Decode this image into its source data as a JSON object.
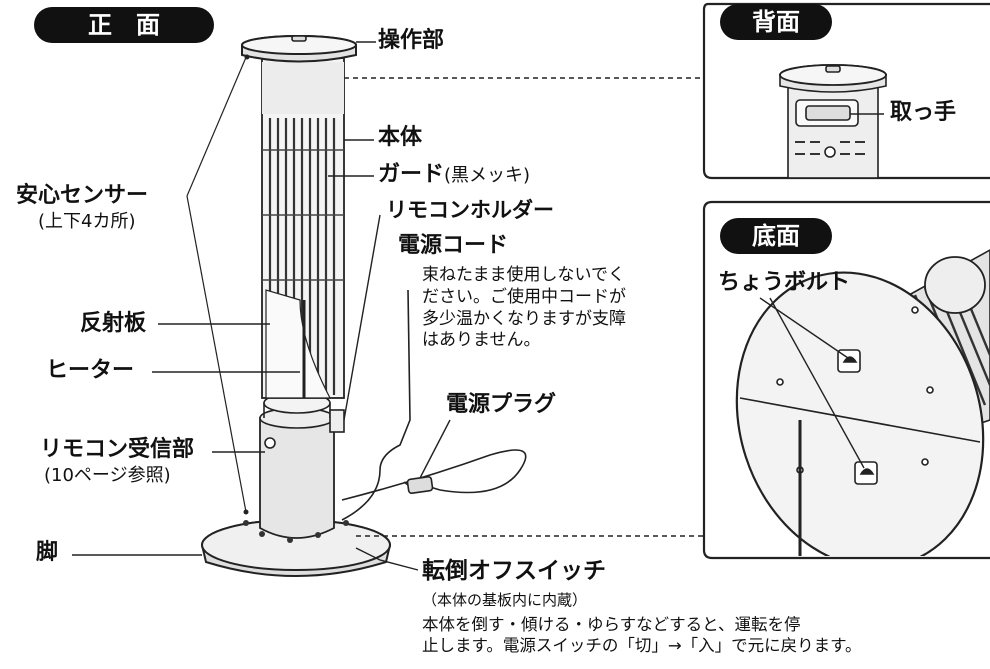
{
  "headings": {
    "front": "正　面",
    "back": "背面",
    "bottom": "底面"
  },
  "labels": {
    "operation": "操作部",
    "body": "本体",
    "guard": "ガード",
    "guard_note": "(黒メッキ)",
    "sensor": "安心センサー",
    "sensor_note": "(上下4カ所)",
    "remote_holder": "リモコンホルダー",
    "power_cord": "電源コード",
    "cord_note": [
      "束ねたまま使用しないでく",
      "ださい。ご使用中コードが",
      "多少温かくなりますが支障",
      "はありません。"
    ],
    "reflector": "反射板",
    "heater": "ヒーター",
    "power_plug": "電源プラグ",
    "receiver": "リモコン受信部",
    "receiver_note": "(10ページ参照)",
    "leg": "脚",
    "tip_switch": "転倒オフスイッチ",
    "tip_note": "（本体の基板内に内蔵）",
    "tip_desc": [
      "本体を倒す・傾ける・ゆらすなどすると、運転を停",
      "止します。電源スイッチの「切」→「入」で元に戻ります。"
    ],
    "handle": "取っ手",
    "bolt": "ちょうボルト"
  }
}
